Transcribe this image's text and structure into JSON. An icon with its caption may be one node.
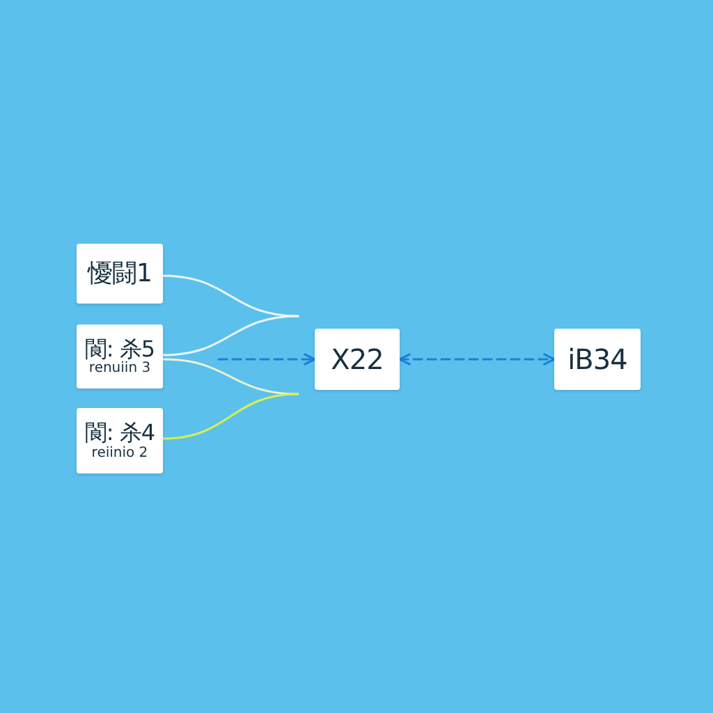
{
  "diagram": {
    "nodes": [
      {
        "text": [
          "懮闘1"
        ]
      },
      {
        "text": [
          "閬: 杀5",
          "renuiin 3"
        ]
      },
      {
        "text": [
          "閬: 杀4",
          "reiinio 2"
        ]
      },
      {
        "text": [
          "X22"
        ]
      },
      {
        "text": [
          "iB34"
        ]
      }
    ],
    "edges": [
      {
        "from": 0,
        "to": null,
        "arrow": "none",
        "color": "#eaf6fb"
      },
      {
        "from": 1,
        "to": null,
        "arrow": "none",
        "color": "#eaf6fb"
      },
      {
        "from": 1,
        "to": null,
        "arrow": "none",
        "color": "#eef2cc"
      },
      {
        "from": 2,
        "to": null,
        "arrow": "none",
        "color": "#d6ef4e"
      },
      {
        "from": null,
        "to": 3,
        "arrow": "to",
        "style": "dashed",
        "color": "#1a7fd4"
      },
      {
        "from": 3,
        "to": 4,
        "arrow": "both",
        "style": "dashed",
        "color": "#1a7fd4"
      }
    ]
  }
}
